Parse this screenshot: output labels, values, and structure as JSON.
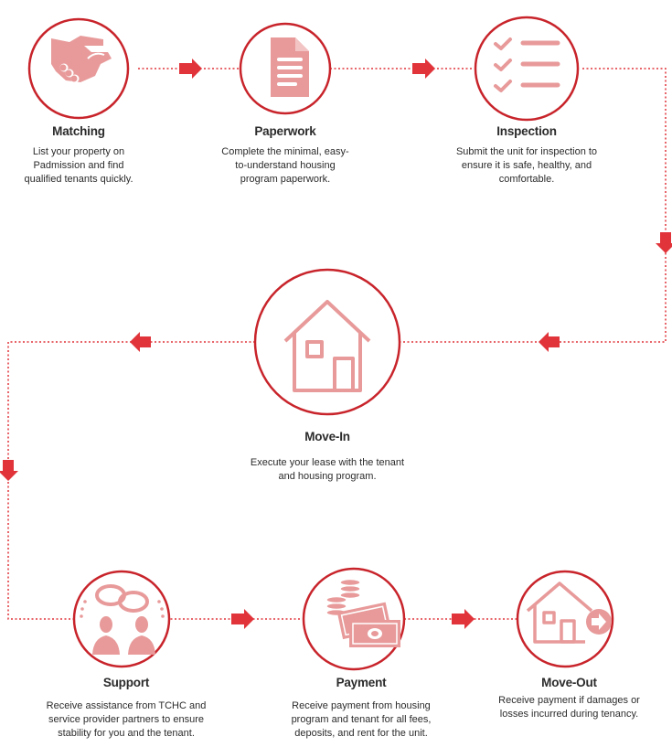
{
  "colors": {
    "ring": "#c8242b",
    "icon": "#e89a9a",
    "connector": "#e0343a",
    "arrow": "#e0343a",
    "text": "#2b2b2b"
  },
  "steps": [
    {
      "title": "Matching",
      "icon": "handshake-icon",
      "desc": [
        "List your property on",
        "Padmission and find",
        "qualified tenants quickly."
      ]
    },
    {
      "title": "Paperwork",
      "icon": "document-icon",
      "desc": [
        "Complete the minimal, easy-",
        "to-understand housing",
        "program paperwork."
      ]
    },
    {
      "title": "Inspection",
      "icon": "checklist-icon",
      "desc": [
        "Submit the unit for inspection to",
        "ensure it is safe, healthy, and",
        "comfortable."
      ]
    },
    {
      "title": "Move-In",
      "icon": "house-icon",
      "desc": [
        "Execute your lease with the tenant",
        "and housing program."
      ]
    },
    {
      "title": "Support",
      "icon": "people-talking-icon",
      "desc": [
        "Receive assistance from TCHC and",
        "service provider partners to ensure",
        "stability for you and the tenant."
      ]
    },
    {
      "title": "Payment",
      "icon": "money-icon",
      "desc": [
        "Receive payment from housing",
        "program and tenant for all fees,",
        "deposits, and rent for the unit."
      ]
    },
    {
      "title": "Move-Out",
      "icon": "house-exit-icon",
      "desc": [
        "Receive payment if damages or",
        "losses incurred during tenancy."
      ]
    }
  ]
}
